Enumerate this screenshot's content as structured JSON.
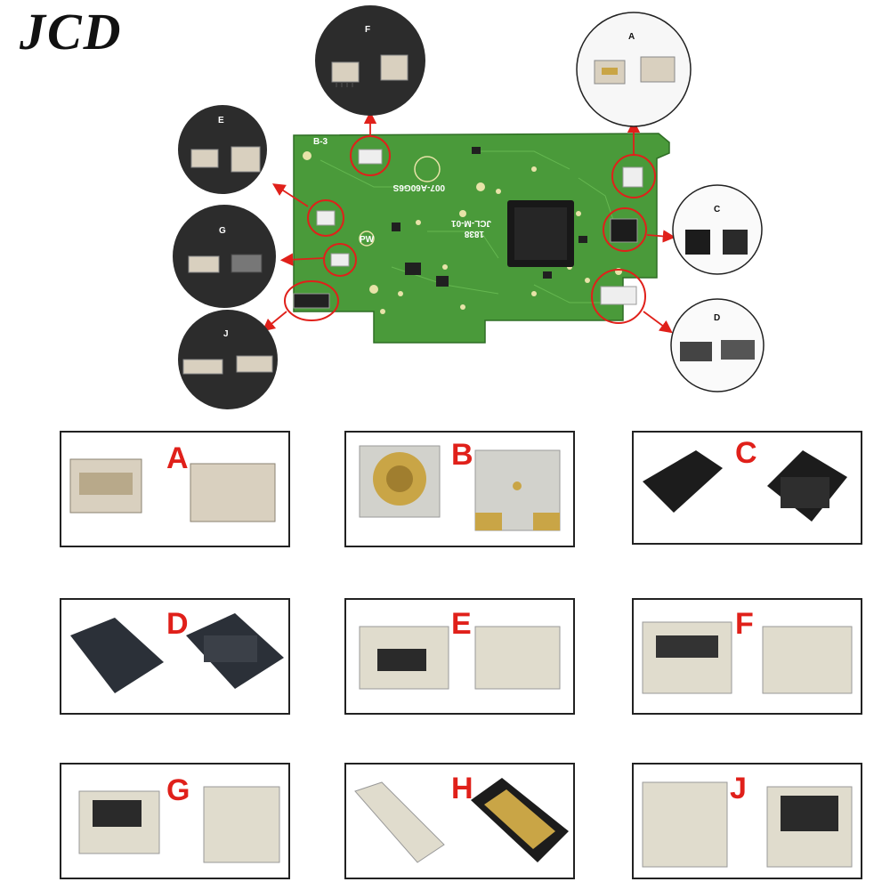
{
  "brand": "JCD",
  "callouts": {
    "A": "A",
    "C": "C",
    "D": "D",
    "E": "E",
    "F": "F",
    "G": "G",
    "J": "J"
  },
  "cards": [
    {
      "id": "A",
      "letter": "A"
    },
    {
      "id": "B",
      "letter": "B"
    },
    {
      "id": "C",
      "letter": "C"
    },
    {
      "id": "D",
      "letter": "D"
    },
    {
      "id": "E",
      "letter": "E"
    },
    {
      "id": "F",
      "letter": "F"
    },
    {
      "id": "G",
      "letter": "G"
    },
    {
      "id": "H",
      "letter": "H"
    },
    {
      "id": "J",
      "letter": "J"
    }
  ],
  "pcb_silkscreen": [
    "B-3",
    "007-A60G6S",
    "JCL-M-01",
    "1838",
    "PW"
  ],
  "colors": {
    "pcb": "#4a9a3a",
    "accent_red": "#e0201a",
    "callout_dark": "#2c2c2c",
    "connector_beige": "#d9d0bf",
    "connector_black": "#1c1c1c",
    "gold": "#c9a546"
  }
}
